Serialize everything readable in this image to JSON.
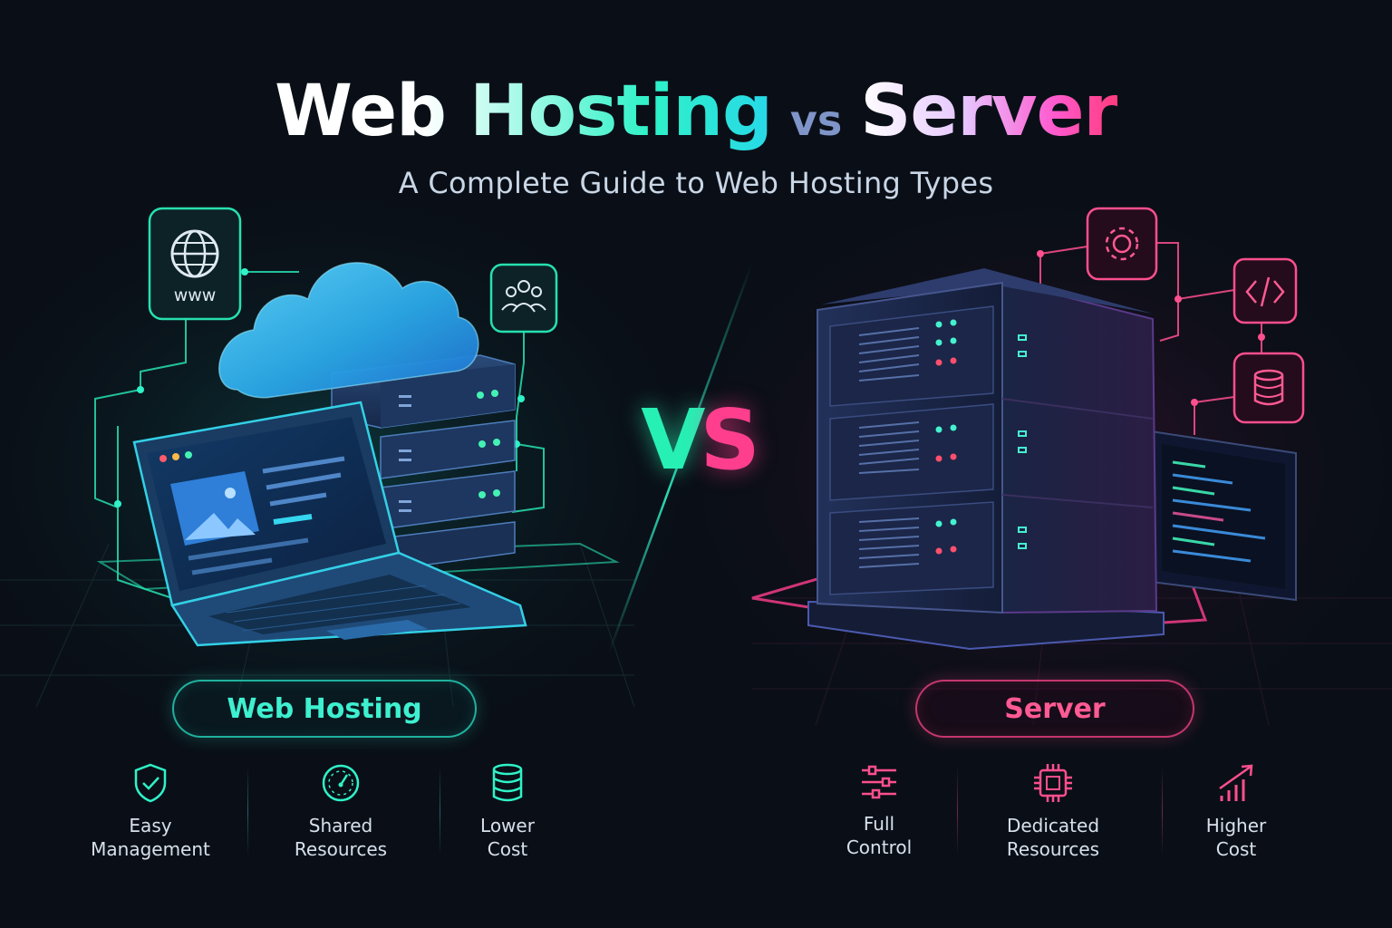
{
  "header": {
    "title_left": "Web Hosting",
    "title_vs": "vs",
    "title_right": "Server",
    "subtitle": "A Complete Guide to Web Hosting Types"
  },
  "center": {
    "vs_left": "V",
    "vs_right": "S"
  },
  "left_panel": {
    "label": "Web Hosting",
    "www_text": "www",
    "features": [
      {
        "icon": "shield-check-icon",
        "line1": "Easy",
        "line2": "Management"
      },
      {
        "icon": "speedometer-icon",
        "line1": "Shared",
        "line2": "Resources"
      },
      {
        "icon": "database-icon",
        "line1": "Lower",
        "line2": "Cost"
      }
    ]
  },
  "right_panel": {
    "label": "Server",
    "features": [
      {
        "icon": "sliders-icon",
        "line1": "Full",
        "line2": "Control"
      },
      {
        "icon": "cpu-chip-icon",
        "line1": "Dedicated",
        "line2": "Resources"
      },
      {
        "icon": "bar-chart-up-icon",
        "line1": "Higher",
        "line2": "Cost"
      }
    ]
  },
  "colors": {
    "background": "#0a0f17",
    "teal_accent": "#2ff2c8",
    "pink_accent": "#ff3f8e",
    "navy_metal": "#1b2540"
  }
}
